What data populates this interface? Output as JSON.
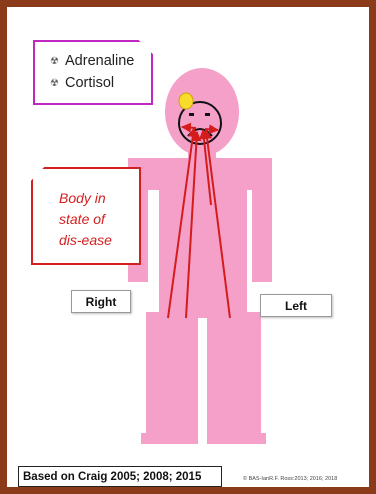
{
  "hormones": {
    "items": [
      "Adrenaline",
      "Cortisol"
    ],
    "bullet_icon": "radiation-symbol"
  },
  "state_text": [
    "Body in",
    "state of",
    "dis-ease"
  ],
  "labels": {
    "right": "Right",
    "left": "Left"
  },
  "credit": "Based on Craig 2005;  2008; 2015",
  "copyright": "© BAS-IanR.F. Ross:2013; 2016; 2018",
  "colors": {
    "frame": "#8b3a1a",
    "body": "#f5a0c9",
    "arrow": "#d41c1c",
    "hormone_border": "#c026c0",
    "state_border": "#d02020",
    "eye": "#f7dc2c"
  }
}
